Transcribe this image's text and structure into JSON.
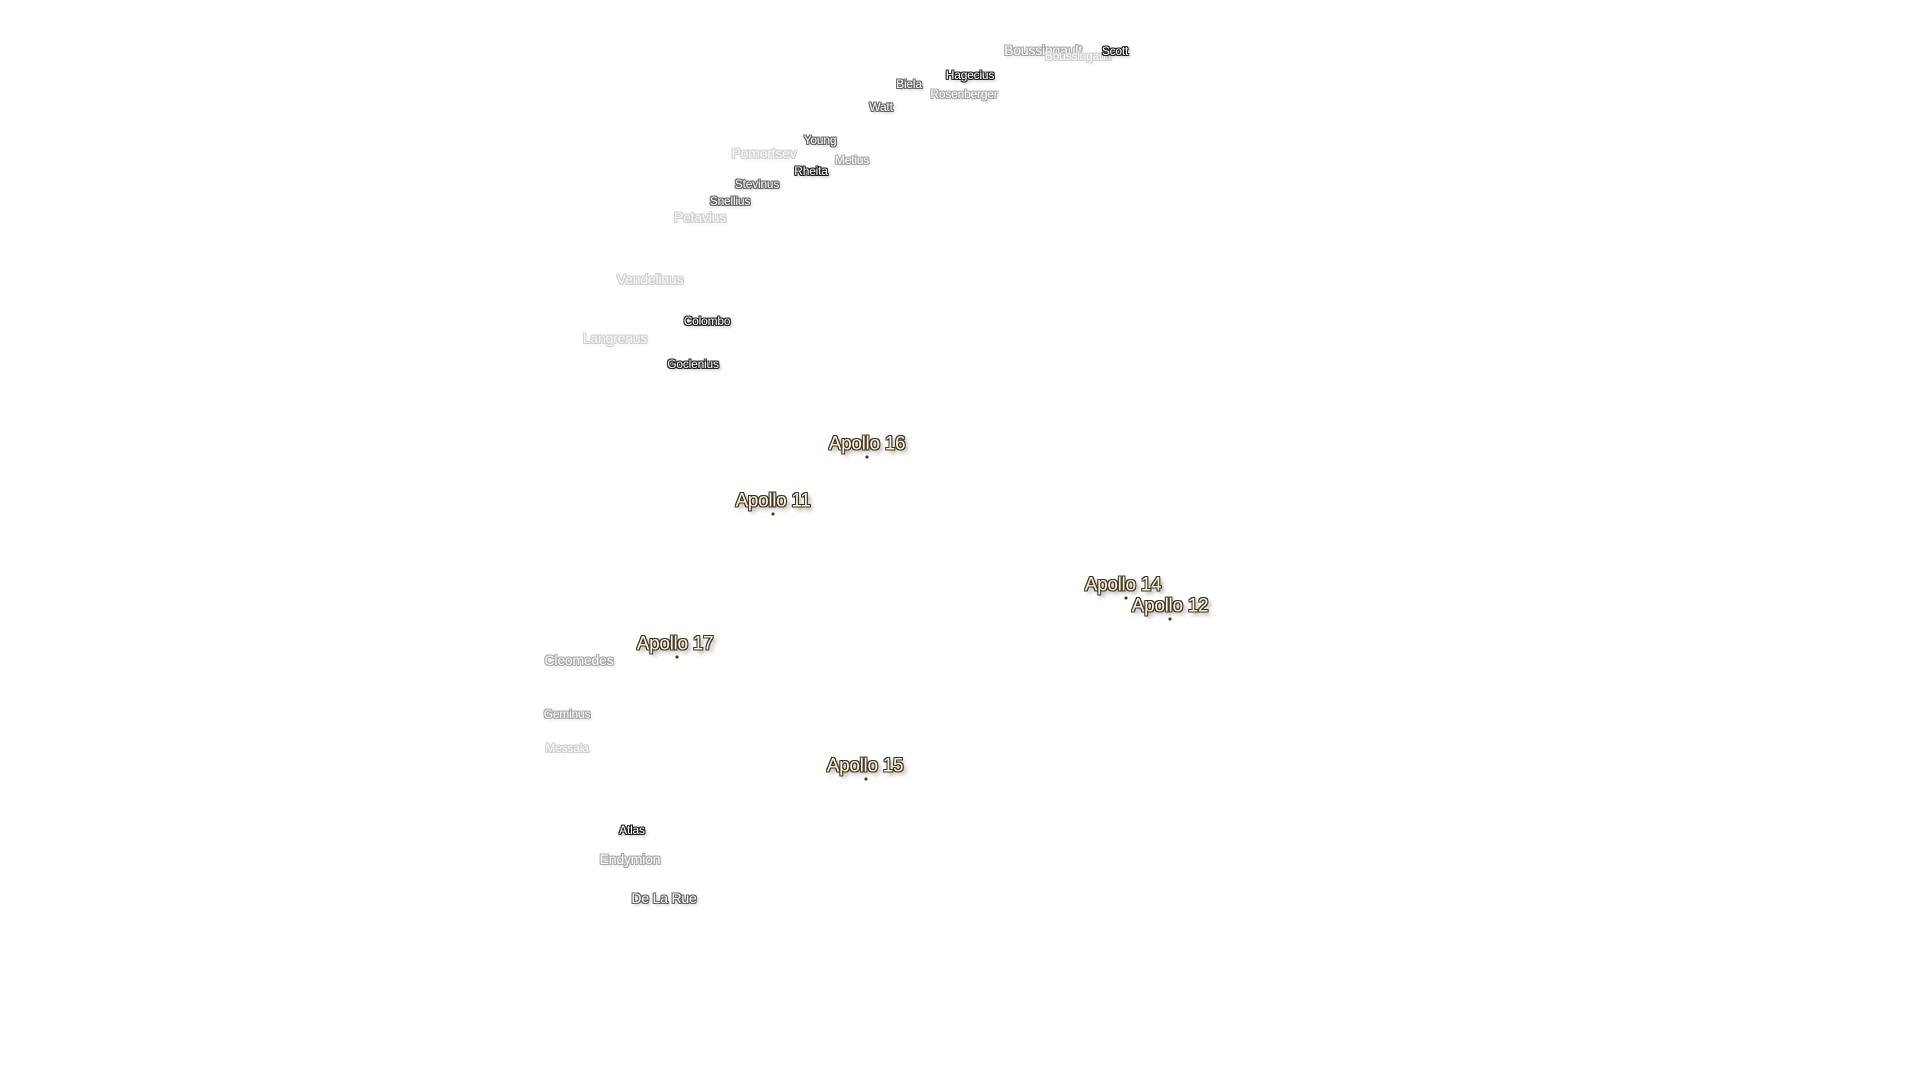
{
  "map": {
    "apollo_sites": [
      {
        "id": "apollo-16",
        "label": "Apollo 16"
      },
      {
        "id": "apollo-11",
        "label": "Apollo 11"
      },
      {
        "id": "apollo-14",
        "label": "Apollo 14"
      },
      {
        "id": "apollo-12",
        "label": "Apollo 12"
      },
      {
        "id": "apollo-17",
        "label": "Apollo 17"
      },
      {
        "id": "apollo-15",
        "label": "Apollo 15"
      }
    ],
    "craters": [
      {
        "id": "boussingault",
        "label": "Boussingault"
      },
      {
        "id": "scott",
        "label": "Scott"
      },
      {
        "id": "bielа",
        "label": "Biela"
      },
      {
        "id": "hagecius",
        "label": "Hagecius"
      },
      {
        "id": "rosenberger",
        "label": "Rosenberger"
      },
      {
        "id": "watt",
        "label": "Watt"
      },
      {
        "id": "young",
        "label": "Young"
      },
      {
        "id": "pomortsev",
        "label": "Pomortsev"
      },
      {
        "id": "metius",
        "label": "Metius"
      },
      {
        "id": "rheita",
        "label": "Rheita"
      },
      {
        "id": "stevinus",
        "label": "Stevinus"
      },
      {
        "id": "snellius",
        "label": "Snellius"
      },
      {
        "id": "petavius",
        "label": "Petavius"
      },
      {
        "id": "vendelinus",
        "label": "Vendelinus"
      },
      {
        "id": "colombo",
        "label": "Colombo"
      },
      {
        "id": "langrenus",
        "label": "Langrenus"
      },
      {
        "id": "goclenius",
        "label": "Goclenius"
      },
      {
        "id": "cleomedes",
        "label": "Cleomedes"
      },
      {
        "id": "geminus",
        "label": "Geminus"
      },
      {
        "id": "messala",
        "label": "Messala"
      },
      {
        "id": "atlas",
        "label": "Atlas"
      },
      {
        "id": "endymion",
        "label": "Endymion"
      },
      {
        "id": "de-la-rue",
        "label": "De La Rue"
      }
    ]
  }
}
